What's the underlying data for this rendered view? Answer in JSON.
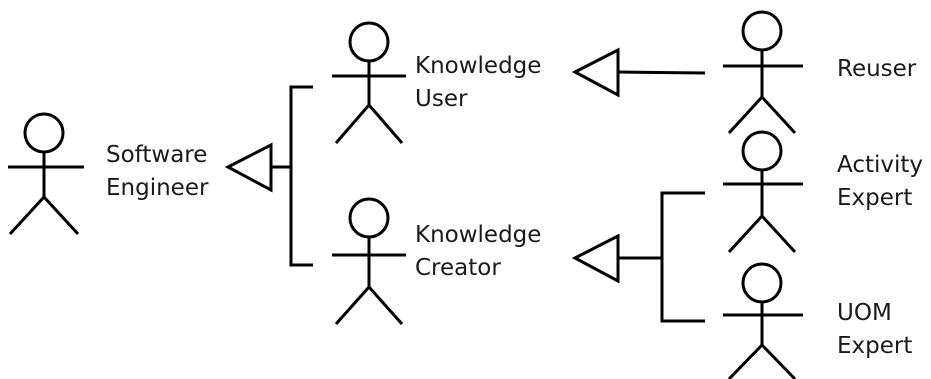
{
  "actors": {
    "software_engineer": {
      "line1": "Software",
      "line2": "Engineer"
    },
    "knowledge_user": {
      "line1": "Knowledge",
      "line2": "User"
    },
    "knowledge_creator": {
      "line1": "Knowledge",
      "line2": "Creator"
    },
    "reuser": {
      "line1": "Reuser"
    },
    "activity_expert": {
      "line1": "Activity",
      "line2": "Expert"
    },
    "uom_expert": {
      "line1": "UOM",
      "line2": "Expert"
    }
  },
  "relations": [
    {
      "type": "generalization",
      "from": "Knowledge User",
      "to": "Software Engineer"
    },
    {
      "type": "generalization",
      "from": "Knowledge Creator",
      "to": "Software Engineer"
    },
    {
      "type": "generalization",
      "from": "Reuser",
      "to": "Knowledge User"
    },
    {
      "type": "generalization",
      "from": "Activity Expert",
      "to": "Knowledge Creator"
    },
    {
      "type": "generalization",
      "from": "UOM Expert",
      "to": "Knowledge Creator"
    }
  ]
}
